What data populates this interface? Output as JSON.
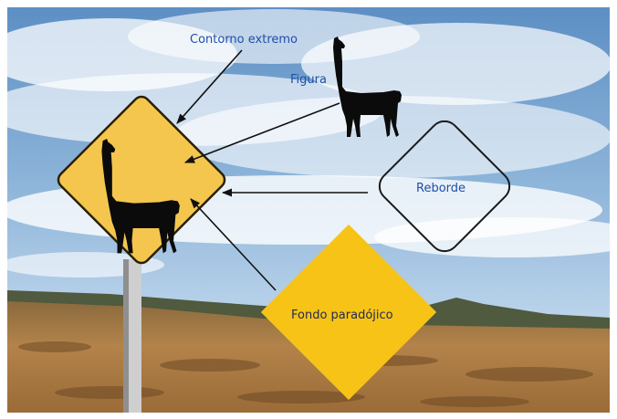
{
  "labels": {
    "contorno": "Contorno extremo",
    "figura": "Figura",
    "reborde": "Reborde",
    "fondo": "Fondo paradójico"
  },
  "colors": {
    "sign_yellow": "#f4c64e",
    "fondo_yellow": "#f7c316",
    "label_blue": "#1f4fa8",
    "silhouette": "#0b0b0b"
  },
  "icons": [
    "llama-icon",
    "arrow-icon"
  ]
}
